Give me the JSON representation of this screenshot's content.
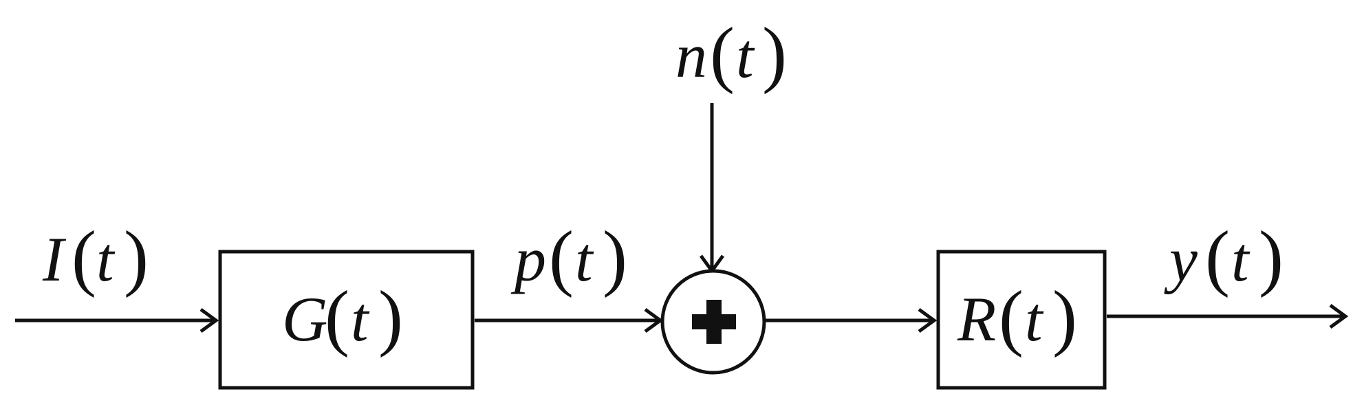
{
  "diagram": {
    "input_signal": {
      "sym": "I",
      "arg": "t"
    },
    "noise_signal": {
      "sym": "n",
      "arg": "t"
    },
    "intermediate_signal": {
      "sym": "p",
      "arg": "t"
    },
    "output_signal": {
      "sym": "y",
      "arg": "t"
    },
    "block_g": {
      "sym": "G",
      "arg": "t"
    },
    "block_r": {
      "sym": "R",
      "arg": "t"
    },
    "summing_junction": {
      "operator": "plus"
    },
    "colors": {
      "stroke": "#111111",
      "background": "#ffffff"
    }
  }
}
